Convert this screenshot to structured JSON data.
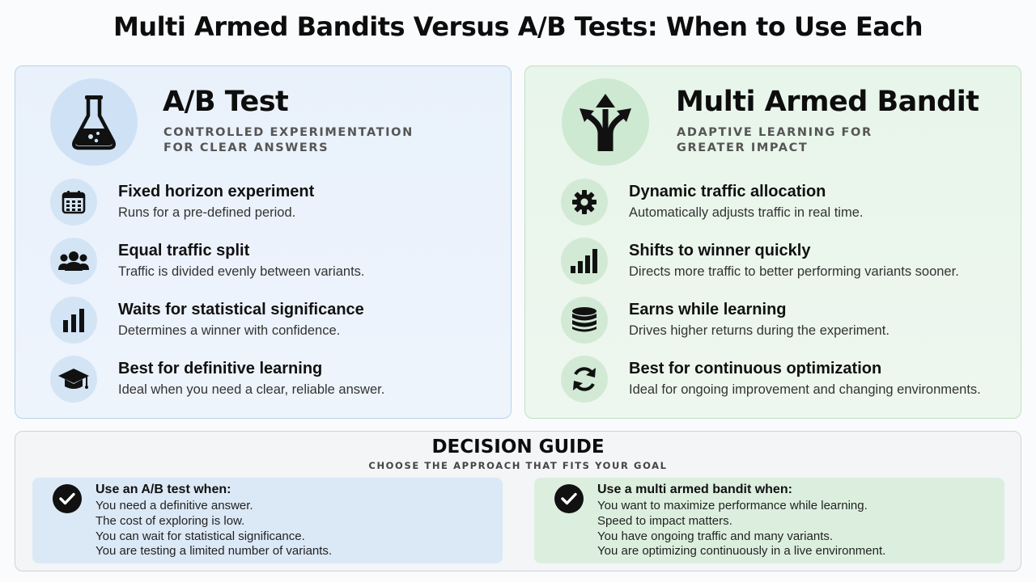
{
  "title": "Multi  Armed Bandits Versus A/B Tests: When to Use Each",
  "ab": {
    "title": "A/B Test",
    "subtitle": "CONTROLLED EXPERIMENTATION FOR CLEAR ANSWERS",
    "hero_icon": "flask-icon",
    "features": [
      {
        "icon": "calendar-icon",
        "title": "Fixed horizon experiment",
        "desc": "Runs for a pre-defined period."
      },
      {
        "icon": "people-icon",
        "title": "Equal traffic split",
        "desc": "Traffic is divided evenly between variants."
      },
      {
        "icon": "bar-chart-icon",
        "title": "Waits for statistical significance",
        "desc": "Determines a winner with confidence."
      },
      {
        "icon": "graduation-cap-icon",
        "title": "Best for definitive learning",
        "desc": "Ideal when you need a clear, reliable answer."
      }
    ]
  },
  "mab": {
    "title": "Multi Armed Bandit",
    "subtitle": "ADAPTIVE LEARNING FOR GREATER IMPACT",
    "hero_icon": "branching-arrows-icon",
    "features": [
      {
        "icon": "gear-icon",
        "title": "Dynamic traffic allocation",
        "desc": "Automatically adjusts traffic in real time."
      },
      {
        "icon": "rising-bars-icon",
        "title": "Shifts to winner quickly",
        "desc": "Directs more traffic to better performing variants sooner."
      },
      {
        "icon": "coin-stack-icon",
        "title": "Earns while learning",
        "desc": "Drives higher returns during the experiment."
      },
      {
        "icon": "refresh-icon",
        "title": "Best for continuous optimization",
        "desc": "Ideal for ongoing improvement and changing environments."
      }
    ]
  },
  "guide": {
    "title": "DECISION GUIDE",
    "subtitle": "CHOOSE THE APPROACH THAT FITS YOUR GOAL",
    "ab": {
      "title": "Use an A/B test when:",
      "items": [
        "You need a definitive answer.",
        "The cost of exploring is low.",
        "You can wait for statistical significance.",
        "You are testing a limited number of variants."
      ]
    },
    "mab": {
      "title": "Use a multi armed bandit when:",
      "items": [
        "You want to maximize performance while learning.",
        "Speed to impact matters.",
        "You have ongoing traffic and many variants.",
        "You are optimizing continuously in a live environment."
      ]
    }
  },
  "colors": {
    "ab_panel": "#e9f1fb",
    "ab_circle": "#cfe2f5",
    "mab_panel": "#e8f5ea",
    "mab_circle": "#cde9d1",
    "text": "#111111"
  }
}
